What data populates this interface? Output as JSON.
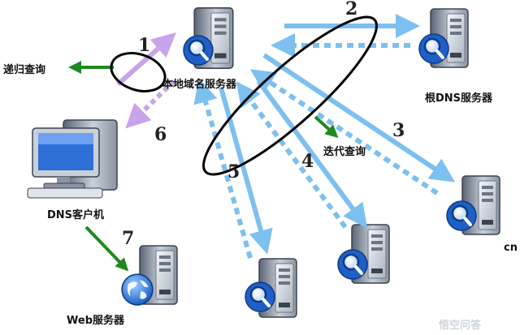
{
  "labels": {
    "recursive_query": "递归查询",
    "local_dns": "本地域名服务器",
    "root_dns": "根DNS服务器",
    "iterative_query": "迭代查询",
    "dns_client": "DNS客户机",
    "cn": "cn",
    "web_server": "Web服务器"
  },
  "steps": [
    "1",
    "2",
    "3",
    "4",
    "5",
    "6",
    "7"
  ],
  "watermark": "悟空问答",
  "colors": {
    "arrow_blue": "#7cc0f0",
    "arrow_purple": "#c9a3ea",
    "arrow_green": "#1e8a1e",
    "ellipse": "#000000"
  }
}
